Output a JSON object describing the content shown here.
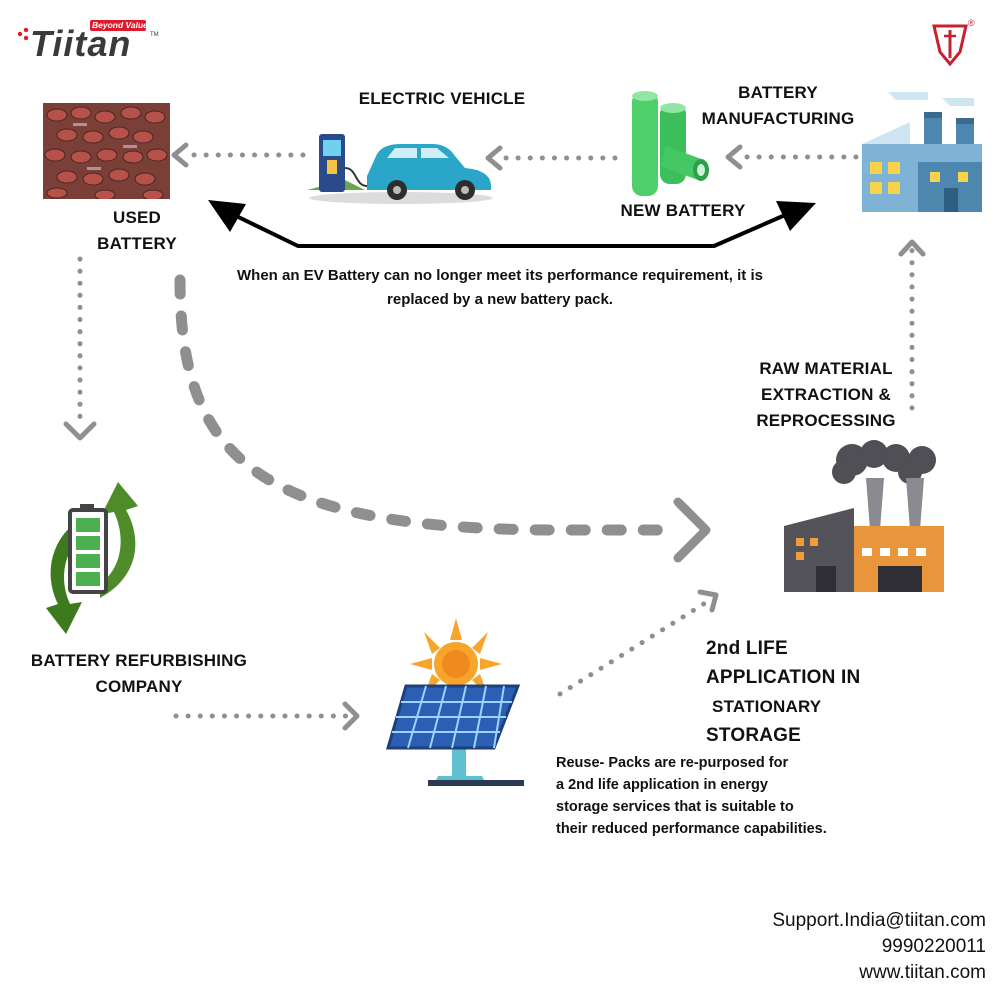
{
  "logo": {
    "brand": "Tiitan",
    "tagline": "Beyond Value",
    "trademark": "TM",
    "colors": {
      "red": "#e0192a",
      "dark": "#3a3a3a"
    }
  },
  "emblem": {
    "registered": "®",
    "color": "#c8202f"
  },
  "nodes": {
    "electric_vehicle": "ELECTRIC VEHICLE",
    "battery_manufacturing": [
      "BATTERY",
      "MANUFACTURING"
    ],
    "used_battery": [
      "USED",
      "BATTERY"
    ],
    "new_battery": "NEW BATTERY",
    "raw_material": [
      "RAW MATERIAL",
      "EXTRACTION &",
      "REPROCESSING"
    ],
    "refurbishing": [
      "BATTERY REFURBISHING",
      "COMPANY"
    ],
    "second_life": [
      "2nd LIFE",
      "APPLICATION IN",
      "STATIONARY",
      "STORAGE"
    ]
  },
  "replacement_note": [
    "When an EV Battery can no longer meet its performance requirement, it is",
    "replaced by a new battery pack."
  ],
  "reuse_note": [
    "Reuse- Packs are re-purposed for",
    " a 2nd life application in energy",
    "storage services that is suitable to",
    " their reduced performance capabilities."
  ],
  "contact": {
    "email": "Support.India@tiitan.com",
    "phone": "9990220011",
    "website": "www.tiitan.com"
  },
  "colors": {
    "dotted_arrow": "#8f8f8f",
    "main_arrow": "#000000",
    "battery_green": "#4caf50",
    "ev_body": "#2aa6c9",
    "factory_teal": "#5a8fb4",
    "factory_orange": "#e8953c",
    "solar_blue": "#2b5fb4",
    "sun": "#f7a52a"
  },
  "icons": [
    "used-battery-pile-icon",
    "ev-charging-car-icon",
    "new-battery-cells-icon",
    "battery-factory-icon",
    "recycling-factory-icon",
    "battery-refurbish-icon",
    "solar-panel-icon"
  ]
}
